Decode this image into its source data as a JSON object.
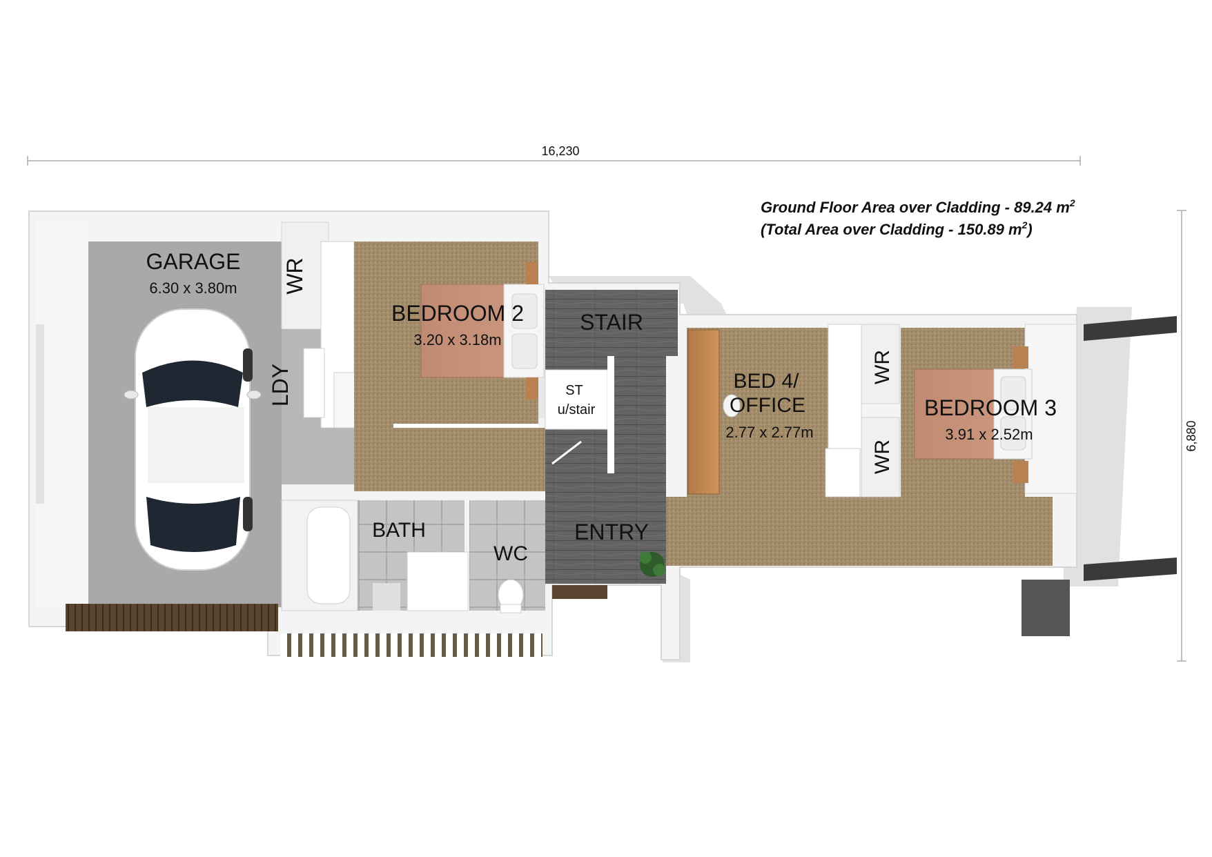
{
  "dimensions": {
    "width_label": "16,230",
    "depth_label": "6,880"
  },
  "area_note": {
    "ground_floor_text": "Ground Floor Area over Cladding - 89.24 m",
    "ground_floor_sup": "2",
    "total_prefix": "(Total Area over Cladding - 150.89 m",
    "total_sup": "2",
    "total_suffix": ")"
  },
  "rooms": {
    "garage": {
      "name": "GARAGE",
      "size": "6.30 x 3.80m"
    },
    "bedroom2": {
      "name": "BEDROOM 2",
      "size": "3.20 x 3.18m"
    },
    "stair": {
      "name": "STAIR"
    },
    "under_stair": {
      "line1": "ST",
      "line2": "u/stair"
    },
    "laundry": {
      "name": "LDY"
    },
    "wardrobe_garage": {
      "name": "WR"
    },
    "bath": {
      "name": "BATH"
    },
    "wc": {
      "name": "WC"
    },
    "entry": {
      "name": "ENTRY"
    },
    "bed4": {
      "line1": "BED 4/",
      "line2": "OFFICE",
      "size": "2.77 x 2.77m"
    },
    "wardrobe_upper": {
      "name": "WR"
    },
    "wardrobe_lower": {
      "name": "WR"
    },
    "bedroom3": {
      "name": "BEDROOM 3",
      "size": "3.91 x 2.52m"
    }
  },
  "colors": {
    "carpet": "#a48d6b",
    "garage_floor": "#a8a8a8",
    "wall": "#f4f4f4",
    "timber_floor": "#5e5e5e",
    "bed_fabric": "#c48f78",
    "tile": "#bdbdbd"
  }
}
